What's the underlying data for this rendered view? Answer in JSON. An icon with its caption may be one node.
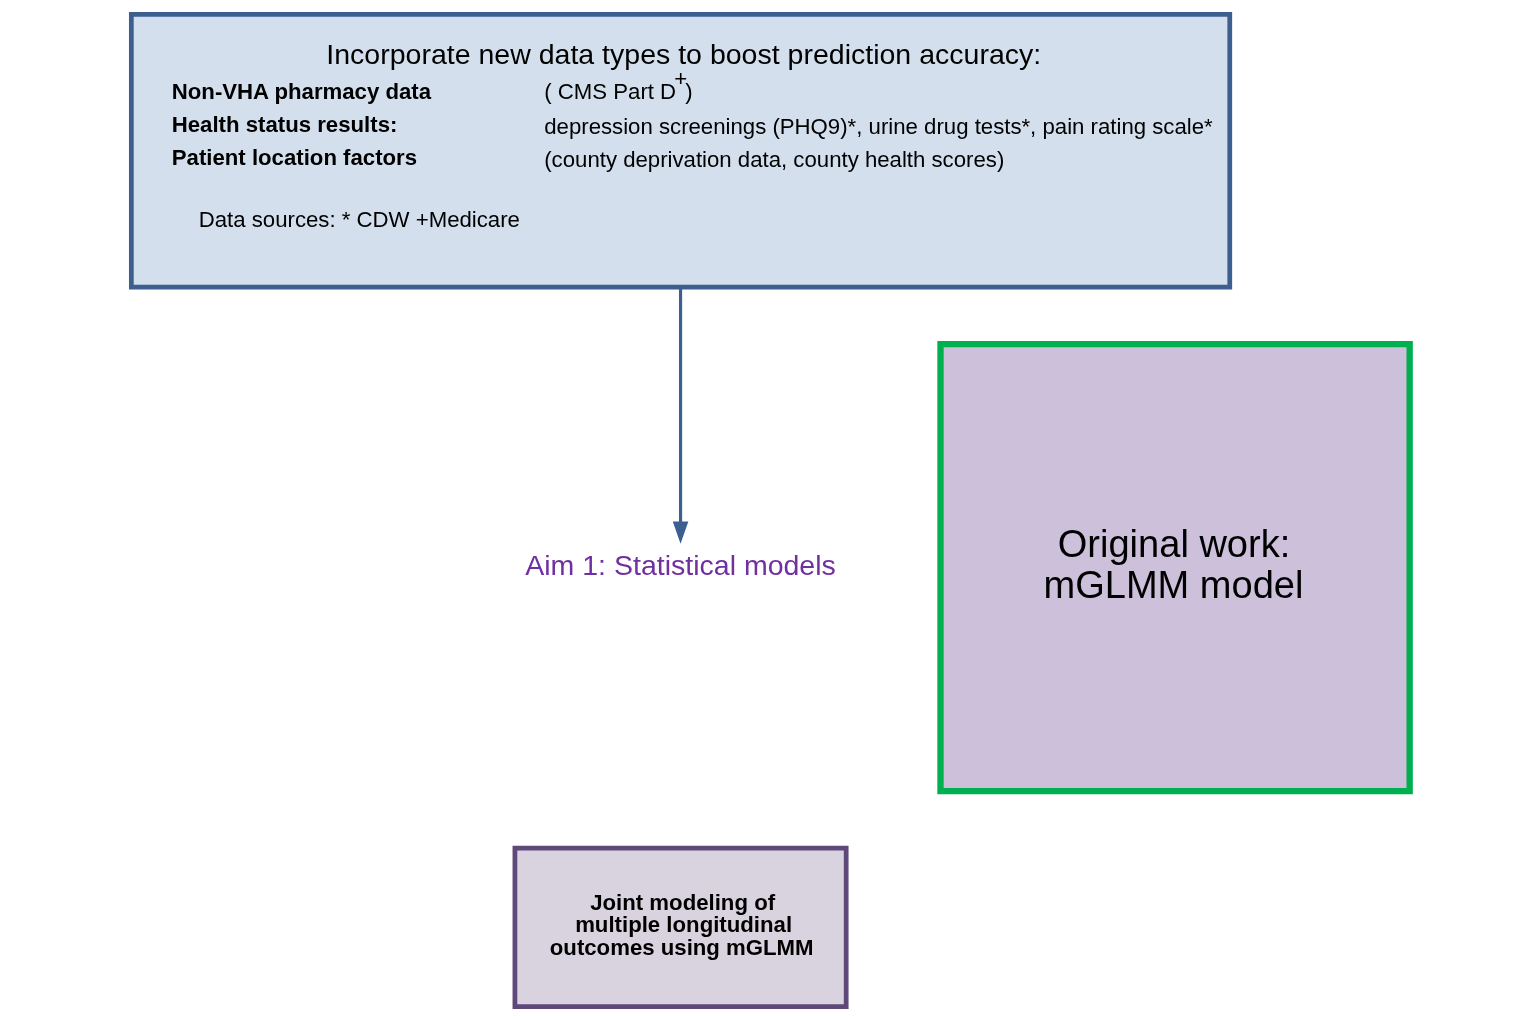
{
  "diagram": {
    "nodes": [
      {
        "text": [
          "Incorporate new data types to boost prediction accuracy:",
          "Non-VHA pharmacy data",
          "( CMS Part D$^{+}$)",
          "Health status results:",
          "depression screenings (PHQ9)*, urine drug tests*, pain rating scale*",
          "Patient location factors",
          "(county deprivation data, county health scores)",
          "Data sources: * CDW +Medicare"
        ]
      },
      {
        "text": [
          "Aim 1: Statistical models"
        ]
      },
      {
        "text": [
          "Joint modeling of multiple longitudinal outcomes using mGLMM"
        ]
      },
      {
        "text": [
          "Original work: mGLMM model"
        ]
      }
    ],
    "edges": [
      {
        "from": 0,
        "to": 1,
        "arrow": "to"
      }
    ]
  }
}
